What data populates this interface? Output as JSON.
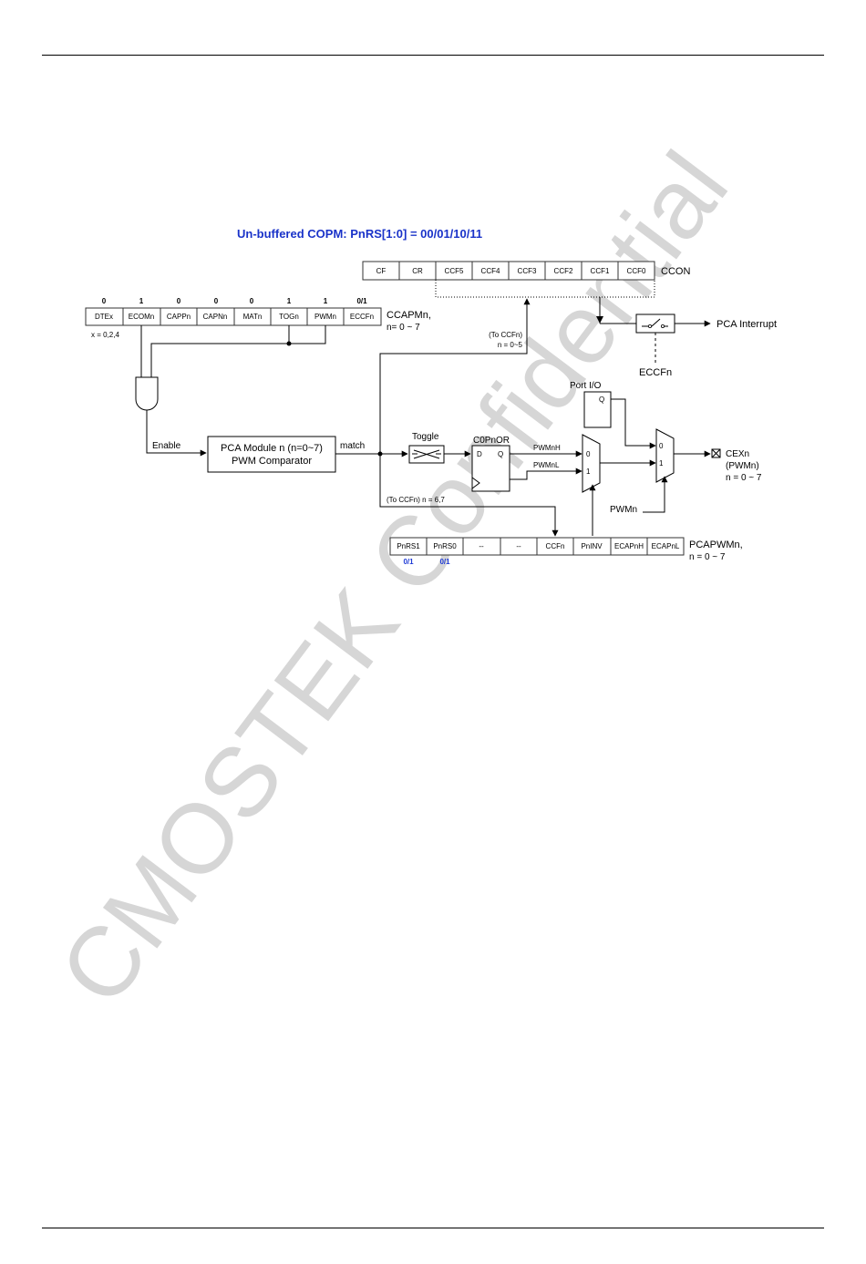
{
  "title": "Un-buffered COPM: PnRS[1:0] = 00/01/10/11",
  "watermark": "CMOSTEK Confidential",
  "ccon": {
    "name": "CCON",
    "cells": [
      "CF",
      "CR",
      "CCF5",
      "CCF4",
      "CCF3",
      "CCF2",
      "CCF1",
      "CCF0"
    ]
  },
  "ccapm": {
    "name": "CCAPMn,",
    "range": "n= 0 ~ 7",
    "note": "x = 0,2,4",
    "cells": [
      "DTEx",
      "ECOMn",
      "CAPPn",
      "CAPNn",
      "MATn",
      "TOGn",
      "PWMn",
      "ECCFn"
    ],
    "bits": [
      "0",
      "1",
      "0",
      "0",
      "0",
      "1",
      "1",
      "0/1"
    ],
    "bit_colors": [
      "#1f3bd6",
      "#1f3bd6",
      "#555555",
      "#555555",
      "#555555",
      "#1f3bd6",
      "#1f3bd6",
      "#555555"
    ]
  },
  "pcapwm": {
    "name": "PCAPWMn,",
    "range": "n = 0 ~ 7",
    "cells": [
      "PnRS1",
      "PnRS0",
      "--",
      "--",
      "CCFn",
      "PnINV",
      "ECAPnH",
      "ECAPnL"
    ],
    "bits": [
      "0/1",
      "0/1"
    ]
  },
  "labels": {
    "enable": "Enable",
    "module_line1": "PCA Module n (n=0~7)",
    "module_line2": "PWM Comparator",
    "match": "match",
    "toggle": "Toggle",
    "c0pnor": "C0PnOR",
    "ff_d": "D",
    "ff_q": "Q",
    "pwmnh": "PWMnH",
    "pwmnl": "PWMnL",
    "mux_0": "0",
    "mux_1": "1",
    "port_io": "Port I/O",
    "port_q": "Q",
    "pwmn": "PWMn",
    "to_ccfn_a1": "(To CCFn)",
    "to_ccfn_a2": "n = 0~5",
    "to_ccfn_b": "(To CCFn)   n = 6,7",
    "pca_interrupt": "PCA Interrupt",
    "eccfn": "ECCFn",
    "cexn": "CEXn",
    "pwmn_paren": "(PWMn)",
    "cexn_range": "n = 0 ~ 7"
  }
}
